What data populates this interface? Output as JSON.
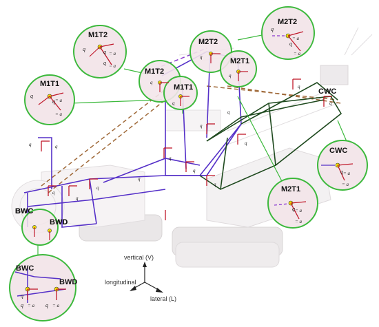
{
  "callouts": {
    "m1t2_top": {
      "title": "M1T2",
      "q1": "q",
      "q2": "q",
      "q3": "q",
      "eq": "= a",
      "eq_sub": "L,M1T2",
      "eq2": "= a",
      "eq2_sub": "V,M1T2"
    },
    "m2t2_top": {
      "title": "M2T2",
      "eq": "= a",
      "eq_sub": "L,M2T2",
      "eq2": "= a",
      "eq2_sub": "V,M2T2"
    },
    "m1t1_left": {
      "title": "M1T1",
      "eq": "= a",
      "eq_sub": "L,M1T1",
      "eq2": "= a",
      "eq2_sub": "V,M1T1"
    },
    "cwc_right": {
      "title": "CWC",
      "eq": "= a",
      "eq_sub": "L,CWC",
      "eq2": "= a",
      "eq2_sub": "V,CWC"
    },
    "m2t1_right": {
      "title": "M2T1",
      "eq": "= a",
      "eq_sub": "L,M2T1",
      "eq2": "= a",
      "eq2_sub": "V,M2T1"
    },
    "bwc_bottom": {
      "title1": "BWC",
      "title2": "BWD",
      "eq": "= a",
      "eq_sub": "L,BWD",
      "eq2": "= a",
      "eq2_sub": "V,BWD",
      "q1": "q",
      "q2": "q",
      "q3": "q"
    }
  },
  "model_labels": {
    "m1t2": "M1T2",
    "m1t1": "M1T1",
    "m2t2": "M2T2",
    "m2t1": "M2T1",
    "cwc": "CWC",
    "bwc": "BWC",
    "bwd": "BWD"
  },
  "axes": {
    "vertical": "vertical (V)",
    "longitudinal": "longitudinal",
    "lateral": "lateral (L)"
  },
  "colors": {
    "callout_ring": "#3cb93c",
    "callout_fill": "#f3e6ea",
    "blue_frame": "#5530c8",
    "green_frame": "#1f4a1f",
    "dash_brown": "#a06a3a",
    "dash_purple": "#8a3ad0",
    "arrow_red": "#c0182a",
    "node_yellow": "#f2e600"
  }
}
